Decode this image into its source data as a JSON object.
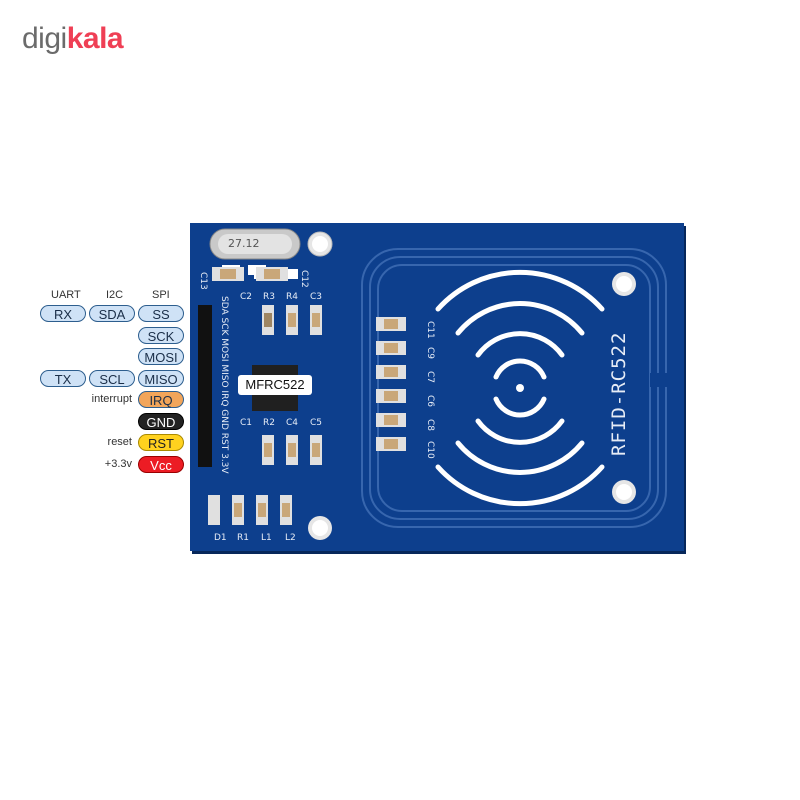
{
  "logo": {
    "part1": "digi",
    "part2": "kala"
  },
  "headers": {
    "uart": "UART",
    "i2c": "I2C",
    "spi": "SPI"
  },
  "pins": [
    {
      "uart": "RX",
      "i2c": "SDA",
      "spi": "SS",
      "side": "",
      "style": "blue"
    },
    {
      "uart": "",
      "i2c": "",
      "spi": "SCK",
      "side": "",
      "style": "blue"
    },
    {
      "uart": "",
      "i2c": "",
      "spi": "MOSI",
      "side": "",
      "style": "blue"
    },
    {
      "uart": "TX",
      "i2c": "SCL",
      "spi": "MISO",
      "side": "",
      "style": "blue"
    },
    {
      "uart": "",
      "i2c": "",
      "spi": "IRQ",
      "side": "interrupt",
      "style": "orange"
    },
    {
      "uart": "",
      "i2c": "",
      "spi": "GND",
      "side": "",
      "style": "black"
    },
    {
      "uart": "",
      "i2c": "",
      "spi": "RST",
      "side": "reset",
      "style": "yellow"
    },
    {
      "uart": "",
      "i2c": "",
      "spi": "Vcc",
      "side": "+3.3v",
      "style": "red"
    }
  ],
  "board": {
    "model": "RFID-RC522",
    "chip": "MFRC522",
    "crystal": "27.12",
    "header_labels": "SDA SCK MOSI MISO IRQ GND RST 3.3V",
    "top_caps": [
      "C2",
      "R3",
      "R4",
      "C3"
    ],
    "mid_caps": [
      "C1",
      "R2",
      "C4",
      "C5"
    ],
    "bottom_parts": [
      "D1",
      "R1",
      "L1",
      "L2"
    ],
    "side_caps_left": [
      "C13",
      "C12"
    ],
    "cap_column": [
      "C11",
      "C9",
      "C7",
      "C6",
      "C8",
      "C10"
    ],
    "colors": {
      "pcb": "#0d3f8d",
      "trace": "#5c84c4",
      "pad": "#ffffff"
    }
  }
}
